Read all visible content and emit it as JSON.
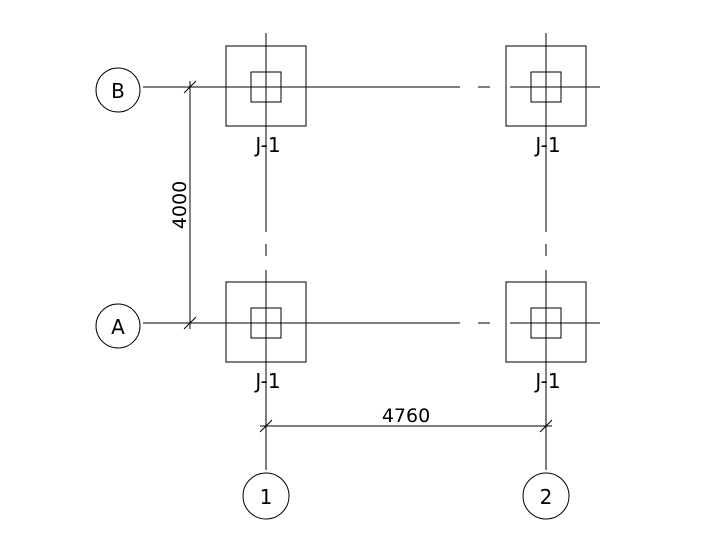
{
  "axes": {
    "rows": [
      "B",
      "A"
    ],
    "columns": [
      "1",
      "2"
    ]
  },
  "dimensions": {
    "vertical": "4000",
    "horizontal": "4760"
  },
  "footings": [
    {
      "tag": "J-1"
    },
    {
      "tag": "J-1"
    },
    {
      "tag": "J-1"
    },
    {
      "tag": "J-1"
    }
  ]
}
